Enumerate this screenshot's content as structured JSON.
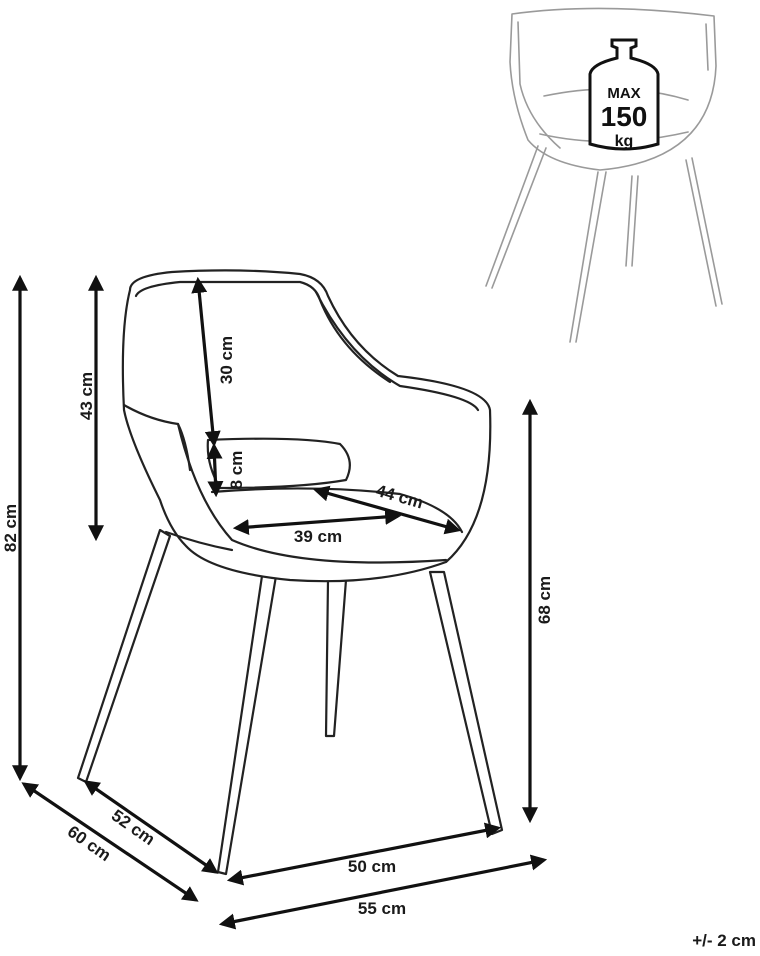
{
  "dimensions": {
    "total_height": "82 cm",
    "backrest_height": "43 cm",
    "inner_back_height": "30 cm",
    "armrest_gap": "8 cm",
    "seat_diagonal": "44 cm",
    "seat_width": "39 cm",
    "seat_height": "68 cm",
    "inner_depth": "52 cm",
    "total_depth": "60 cm",
    "leg_width": "50 cm",
    "total_width": "55 cm"
  },
  "weight_limit": {
    "line1": "MAX",
    "line2": "150",
    "line3": "kg"
  },
  "tolerance": "+/- 2 cm"
}
